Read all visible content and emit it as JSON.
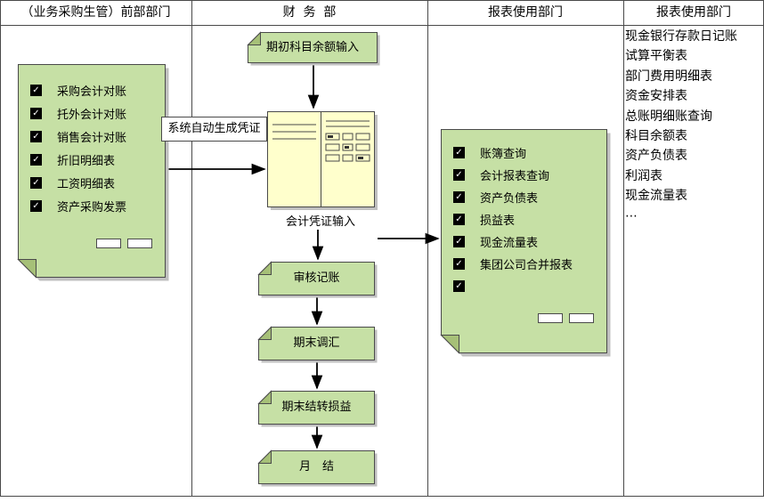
{
  "header": {
    "col1": "（业务采购生管）前部部门",
    "col2": "财  务  部",
    "col3": "报表使用部门",
    "col4": "报表使用部门"
  },
  "icons": {
    "checkbox_check": "✓"
  },
  "colors": {
    "shape_green": "#c6e0a5",
    "fold_green": "#a6c078",
    "ledger_yellow": "#ffffcc",
    "outline": "#4a4a4a",
    "shadow": "#c0c0c0"
  },
  "front_dept_note": {
    "items": [
      "采购会计对账",
      "托外会计对账",
      "销售会计对账",
      "折旧明细表",
      "工资明细表",
      "资产采购发票"
    ]
  },
  "finance_flow": {
    "initial_input": "期初科目余额输入",
    "auto_voucher_note": "系统自动生成凭证",
    "voucher_input_label": "会计凭证输入",
    "steps": [
      "审核记账",
      "期末调汇",
      "期末结转损益",
      "月　结"
    ]
  },
  "report_dept_note": {
    "items": [
      "账簿查询",
      "会计报表查询",
      "资产负债表",
      "损益表",
      "现金流量表",
      "集团公司合并报表",
      ""
    ]
  },
  "report_list": {
    "items": [
      "现金银行存款日记账",
      "试算平衡表",
      "部门费用明细表",
      "资金安排表",
      "总账明细账查询",
      "科目余额表",
      "资产负债表",
      "利润表",
      "现金流量表",
      "⋯"
    ]
  }
}
